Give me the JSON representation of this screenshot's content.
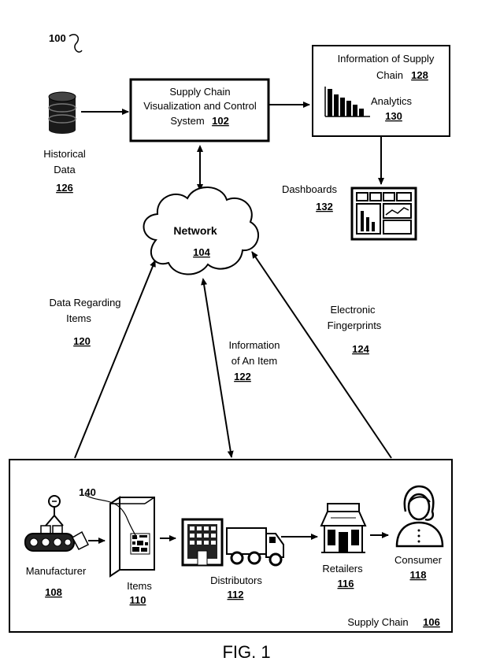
{
  "figure": {
    "ref": "100",
    "caption": "FIG. 1"
  },
  "system": {
    "line1": "Supply Chain",
    "line2": "Visualization and Control",
    "line3": "System",
    "ref": "102"
  },
  "info": {
    "line1": "Information of Supply",
    "line2": "Chain",
    "ref": "128",
    "analytics_label": "Analytics",
    "analytics_ref": "130"
  },
  "historical": {
    "line1": "Historical",
    "line2": "Data",
    "ref": "126"
  },
  "dashboards": {
    "label": "Dashboards",
    "ref": "132"
  },
  "network": {
    "label": "Network",
    "ref": "104"
  },
  "arrows": {
    "data_items_line1": "Data Regarding",
    "data_items_line2": "Items",
    "data_items_ref": "120",
    "info_item_line1": "Information",
    "info_item_line2": "of An Item",
    "info_item_ref": "122",
    "fingerprints_line1": "Electronic",
    "fingerprints_line2": "Fingerprints",
    "fingerprints_ref": "124"
  },
  "supply_chain": {
    "label": "Supply Chain",
    "ref": "106",
    "manufacturer": "Manufacturer",
    "manufacturer_ref": "108",
    "items": "Items",
    "items_ref": "110",
    "items_callout_ref": "140",
    "distributors": "Distributors",
    "distributors_ref": "112",
    "retailers": "Retailers",
    "retailers_ref": "116",
    "consumer": "Consumer",
    "consumer_ref": "118"
  }
}
